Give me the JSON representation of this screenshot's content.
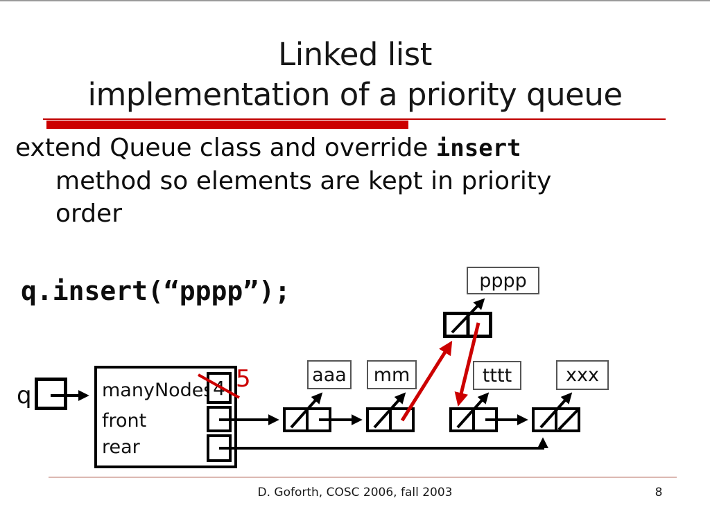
{
  "slide": {
    "title": {
      "line1": "Linked list",
      "line2": "implementation of a priority queue"
    },
    "body": {
      "line1_before_code": "extend Queue class and override ",
      "line1_code": "insert",
      "line2": "method so elements are kept in priority",
      "line3": "order"
    },
    "code_statement": "q.insert(“pppp”);",
    "footer": {
      "credit": "D. Goforth, COSC 2006, fall 2003",
      "page_number": "8"
    }
  },
  "diagram": {
    "queue_variable": "q",
    "object_box": {
      "field_many_nodes": "manyNodes",
      "field_front": "front",
      "field_rear": "rear",
      "old_count": "4",
      "new_count": "5"
    },
    "node_labels": [
      "aaa",
      "mm",
      "tttt",
      "xxx"
    ],
    "inserted_node_label": "pppp"
  },
  "colors": {
    "accent_red": "#cc0000",
    "footer_rule_pink": "#dcb8b2"
  }
}
